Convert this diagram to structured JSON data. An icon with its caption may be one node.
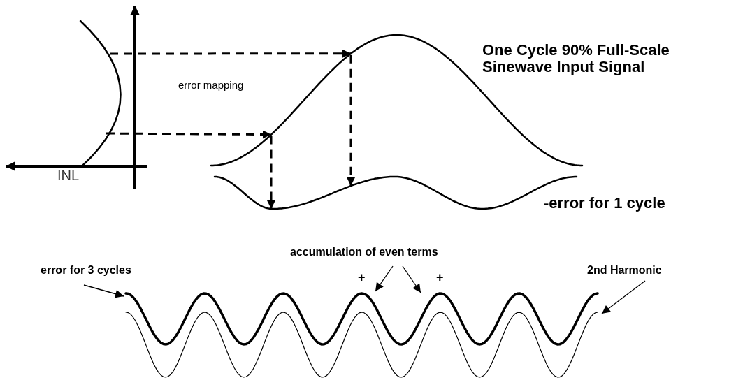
{
  "diagram": {
    "nodes": [
      {
        "text": [],
        "shape": "curve"
      },
      {
        "text": [],
        "shape": "curve"
      },
      {
        "text": [],
        "shape": "curve"
      },
      {
        "text": [
          "accumulation of even terms"
        ]
      },
      {
        "text": [
          "error for 3 cycles"
        ]
      },
      {
        "text": [
          "2nd Harmonic"
        ]
      },
      {
        "text": [],
        "shape": "curve"
      },
      {
        "text": [],
        "shape": "curve"
      }
    ],
    "edges": [
      {
        "from": 0,
        "to": 1,
        "arrow": "to",
        "style": "dashed"
      },
      {
        "from": 0,
        "to": 1,
        "arrow": "to",
        "style": "dashed"
      },
      {
        "from": 1,
        "to": 2,
        "arrow": "to",
        "style": "dashed"
      },
      {
        "from": 1,
        "to": 2,
        "arrow": "to",
        "style": "dashed"
      },
      {
        "from": 3,
        "to": 6,
        "arrow": "to"
      },
      {
        "from": 3,
        "to": 6,
        "arrow": "to"
      },
      {
        "from": 4,
        "to": 6,
        "arrow": "to"
      },
      {
        "from": 5,
        "to": 7,
        "arrow": "to"
      }
    ],
    "labels": [
      "One Cycle 90% Full-Scale Sinewave Input Signal",
      "error mapping",
      "INL",
      "-error for 1 cycle",
      "+",
      "+"
    ]
  }
}
